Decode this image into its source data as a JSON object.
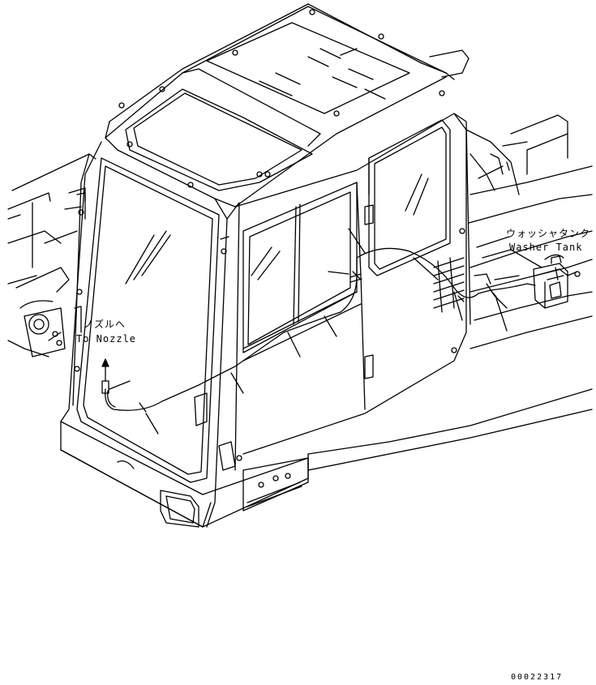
{
  "labels": {
    "washer_tank_jp": "ウォッシャタンク",
    "washer_tank_en": "Washer Tank",
    "nozzle_jp": "ノズルへ",
    "nozzle_en": "To Nozzle",
    "part_number": "00022317"
  },
  "colors": {
    "line": "#000000",
    "background": "#ffffff"
  }
}
